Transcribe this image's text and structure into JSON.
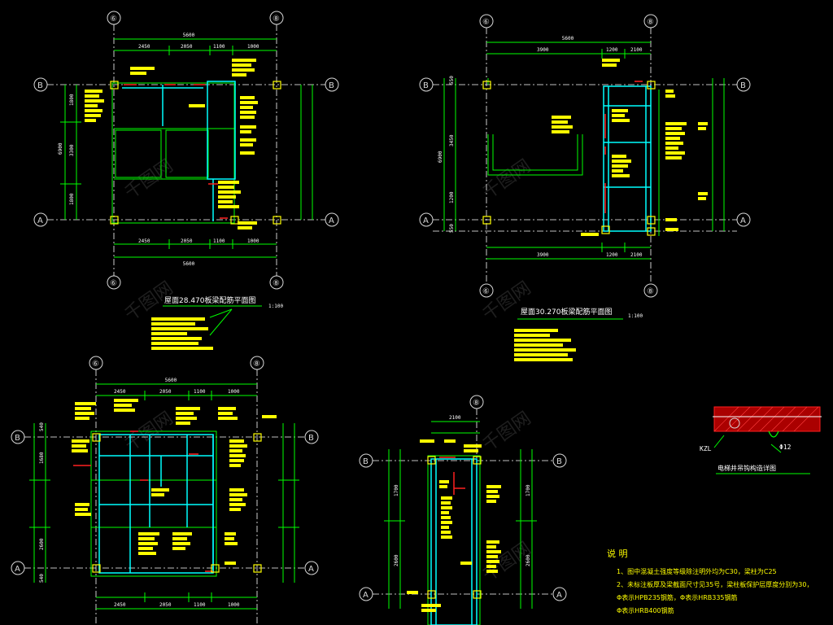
{
  "colors": {
    "background": "#000000",
    "dimension_line": "#00ff00",
    "beam": "#00ffff",
    "annotation": "#ffff00",
    "column": "#ffff00",
    "rebar_red": "#ff2020",
    "axis_line": "#ffffff",
    "watermark": "#3a3a3a"
  },
  "watermark_text": "千图网",
  "plan_top_left": {
    "axes_v": [
      "⑥",
      "⑧"
    ],
    "axes_h": [
      "B",
      "A"
    ],
    "dims_top_total": "5600",
    "dims_top": [
      "2450",
      "2050",
      "1100",
      "1000"
    ],
    "dims_bottom_total": "5600",
    "dims_bottom": [
      "2450",
      "2050",
      "1100",
      "1000"
    ],
    "dims_left_total": "6900",
    "dims_left": [
      "1800",
      "3300",
      "1800"
    ],
    "title": "屋面28.470板梁配筋平面图",
    "scale": "1:100"
  },
  "plan_top_right": {
    "axes_v": [
      "⑥",
      "⑧"
    ],
    "axes_h": [
      "B",
      "A"
    ],
    "dims_top_total": "5600",
    "dims_top": [
      "3900",
      "1200",
      "2100"
    ],
    "dims_bottom": [
      "3900",
      "1200",
      "2100"
    ],
    "dims_left_total": "6900",
    "dims_left": [
      "550",
      "3450",
      "1200",
      "550"
    ],
    "title": "屋面30.270板梁配筋平面图",
    "scale": "1:100"
  },
  "plan_bottom_left": {
    "axes_v": [
      "⑥",
      "⑧"
    ],
    "axes_h": [
      "B",
      "A"
    ],
    "dims_top_total": "5600",
    "dims_top": [
      "2450",
      "2050",
      "1100",
      "1000"
    ],
    "dims_bottom": [
      "2450",
      "2050",
      "1100",
      "1000"
    ],
    "dims_left": [
      "540",
      "1680",
      "2600",
      "540"
    ]
  },
  "plan_bottom_mid": {
    "axes_v": [
      "⑧"
    ],
    "axes_h": [
      "B",
      "A"
    ],
    "dims_top": [
      "2100"
    ],
    "dims_left": [
      "1700",
      "2600"
    ]
  },
  "detail": {
    "label_left": "KZL",
    "label_right": "Φ12",
    "title": "电梯井吊钩构造详图"
  },
  "notes": {
    "heading": "说 明",
    "items": [
      "1、图中混凝土强度等级除注明外均为C30，梁柱为C25",
      "2、未标注板厚及梁截面尺寸见35号，梁柱板保护层厚度分别为30，",
      "   Φ表示HPB235钢筋，Φ表示HRB335钢筋",
      "   Φ表示HRB400钢筋"
    ]
  }
}
